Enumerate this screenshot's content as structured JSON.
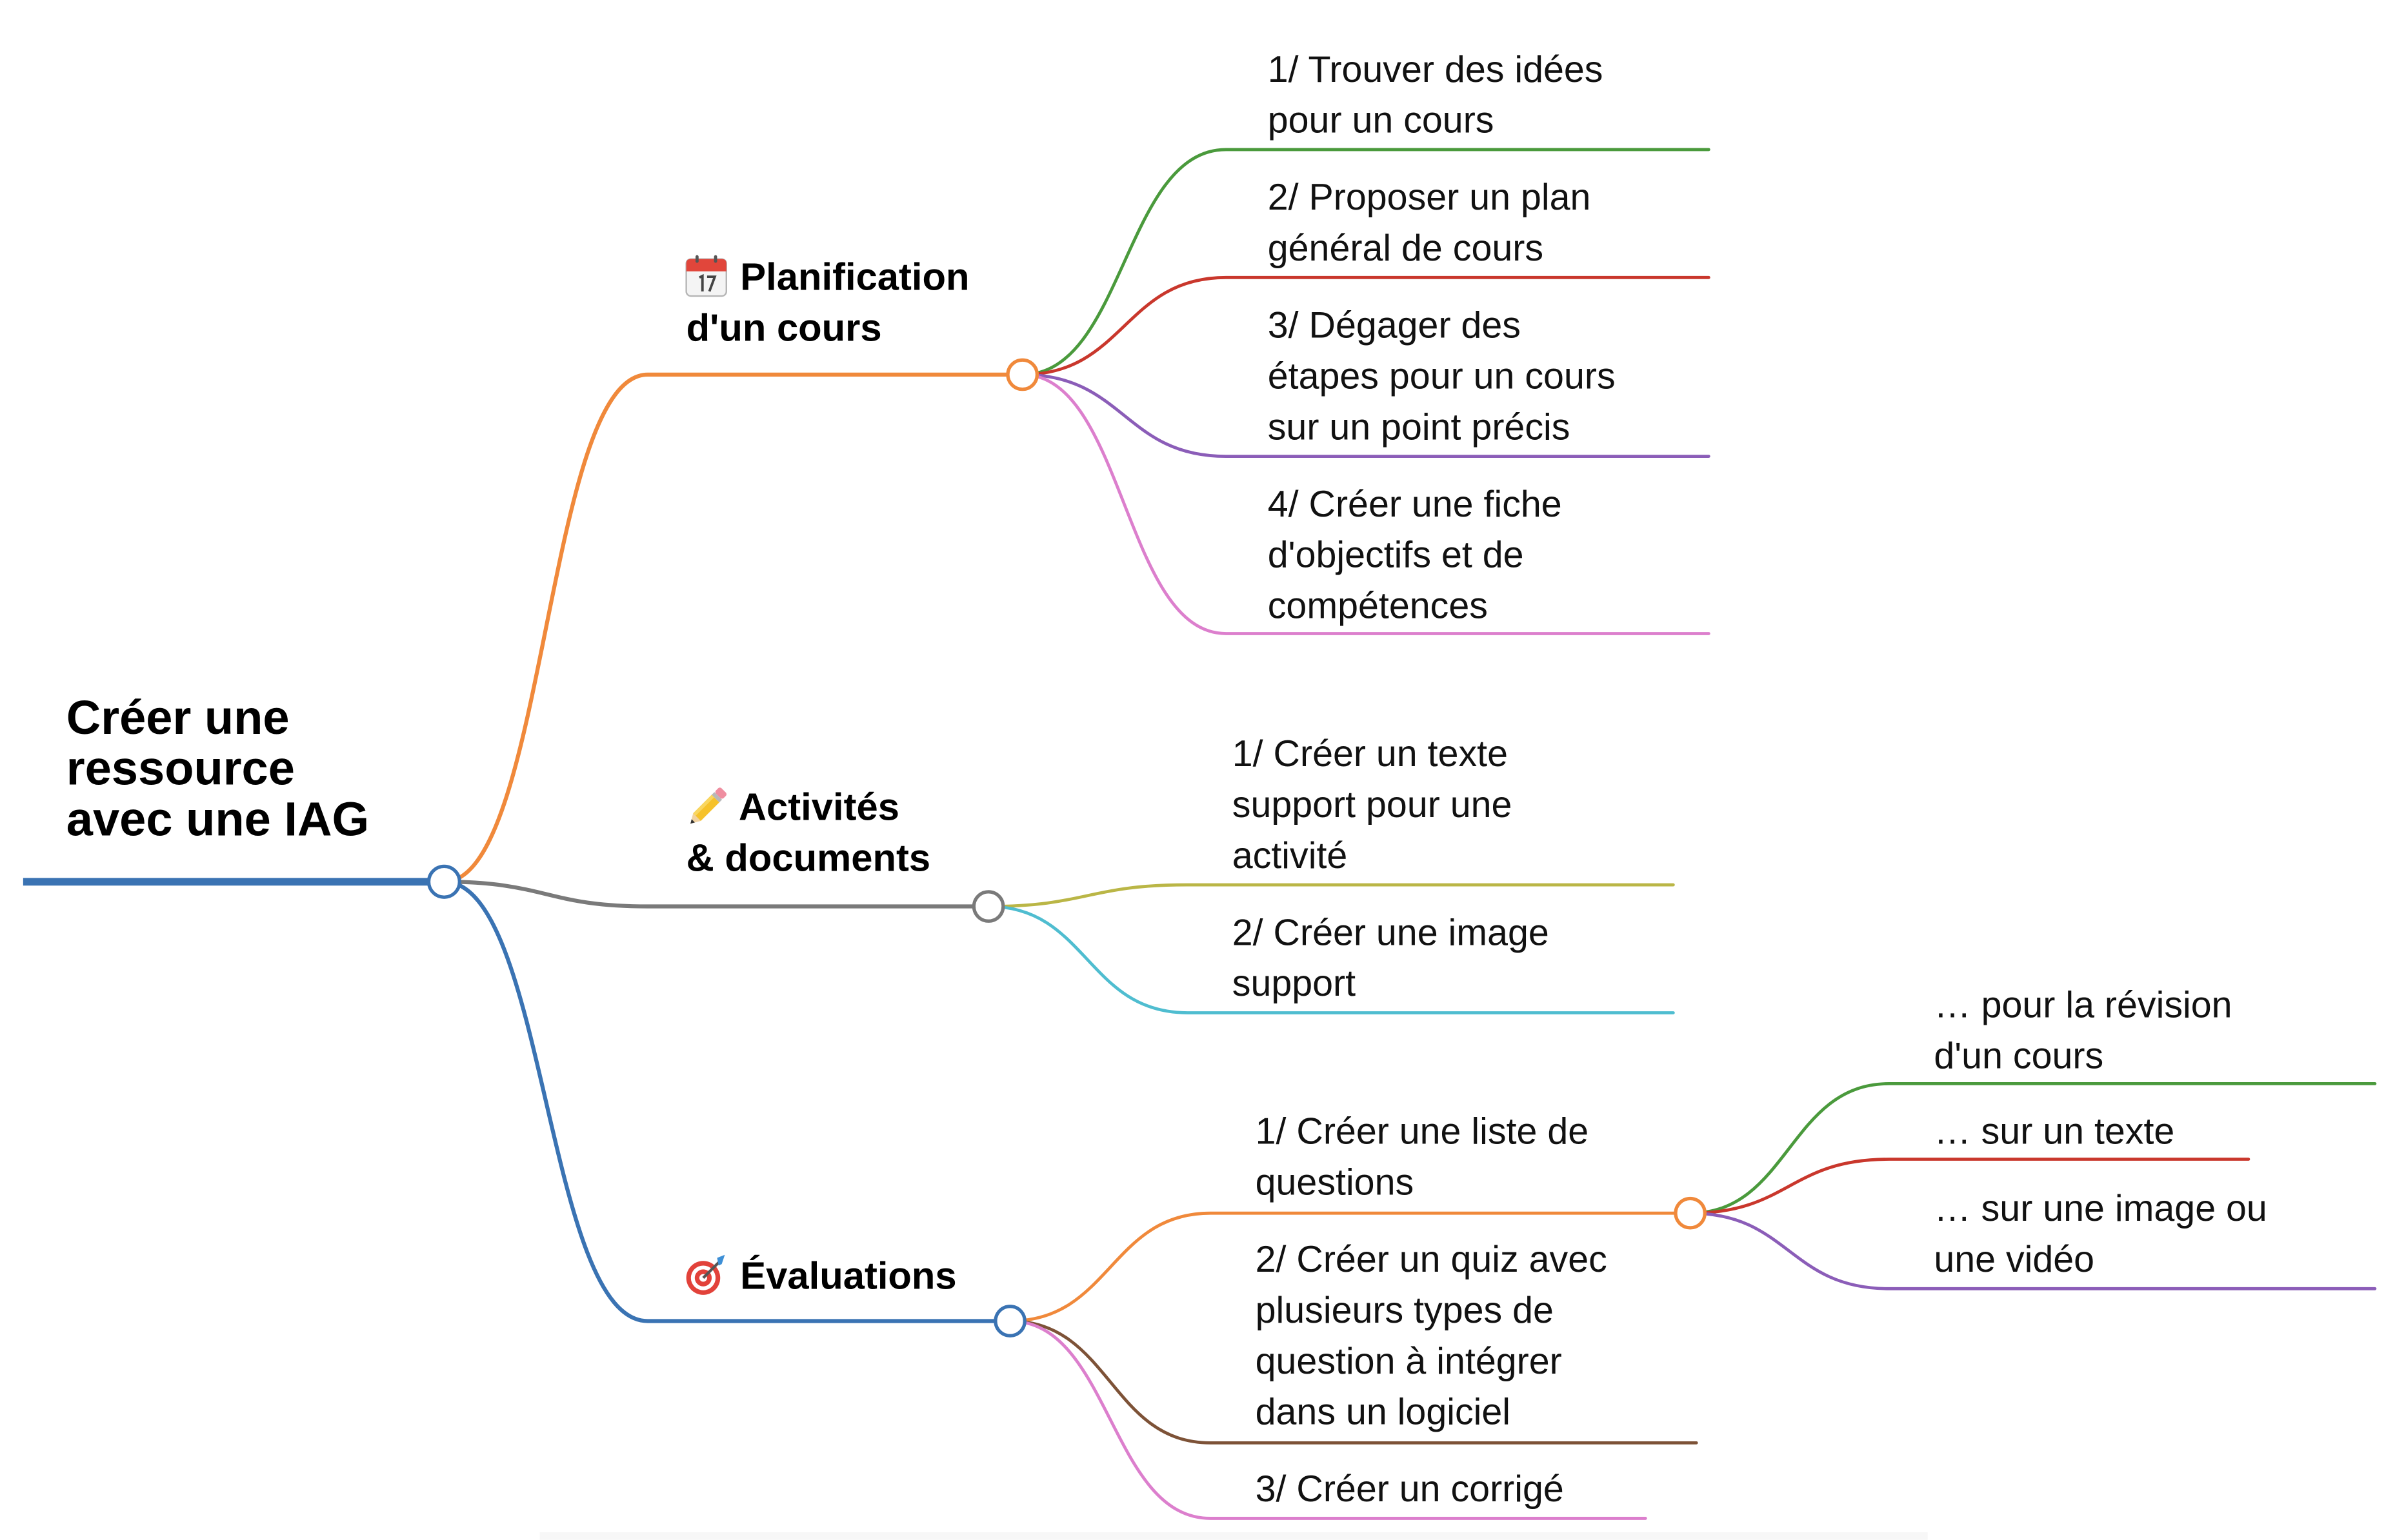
{
  "root": {
    "lines": [
      "Créer une",
      "ressource",
      "avec une IAG"
    ],
    "color": "#3a73b3"
  },
  "branches": [
    {
      "icon": "calendar-icon",
      "lines": [
        "Planification",
        "d'un cours"
      ],
      "color": "#f0893b",
      "children": [
        {
          "lines": [
            "1/ Trouver des idées",
            "pour un cours"
          ],
          "color": "#4a9a3c"
        },
        {
          "lines": [
            "2/ Proposer un plan",
            "général de cours"
          ],
          "color": "#c9372c"
        },
        {
          "lines": [
            "3/ Dégager des",
            "étapes pour un cours",
            "sur un point précis"
          ],
          "color": "#8b5db8"
        },
        {
          "lines": [
            "4/ Créer une fiche",
            "d'objectifs et de",
            "compétences"
          ],
          "color": "#dc7fcd"
        }
      ]
    },
    {
      "icon": "pencil-icon",
      "lines": [
        "Activités",
        "& documents"
      ],
      "color": "#7a7a7a",
      "children": [
        {
          "lines": [
            "1/ Créer un texte",
            "support pour une",
            "activité"
          ],
          "color": "#bab646"
        },
        {
          "lines": [
            "2/ Créer une image",
            "support"
          ],
          "color": "#4fbdd0"
        }
      ]
    },
    {
      "icon": "target-icon",
      "lines": [
        "Évaluations"
      ],
      "color": "#3a73b3",
      "children": [
        {
          "lines": [
            "1/ Créer une liste de",
            "questions"
          ],
          "color": "#f0893b",
          "children": [
            {
              "lines": [
                "… pour la révision",
                "d'un cours"
              ],
              "color": "#4a9a3c"
            },
            {
              "lines": [
                "… sur un texte"
              ],
              "color": "#c9372c"
            },
            {
              "lines": [
                "… sur une image ou",
                "une vidéo"
              ],
              "color": "#8b5db8"
            }
          ]
        },
        {
          "lines": [
            "2/ Créer un quiz avec",
            "plusieurs types de",
            "question à intégrer",
            "dans un logiciel"
          ],
          "color": "#7d5237"
        },
        {
          "lines": [
            "3/ Créer un corrigé"
          ],
          "color": "#dc7fcd"
        }
      ]
    }
  ]
}
